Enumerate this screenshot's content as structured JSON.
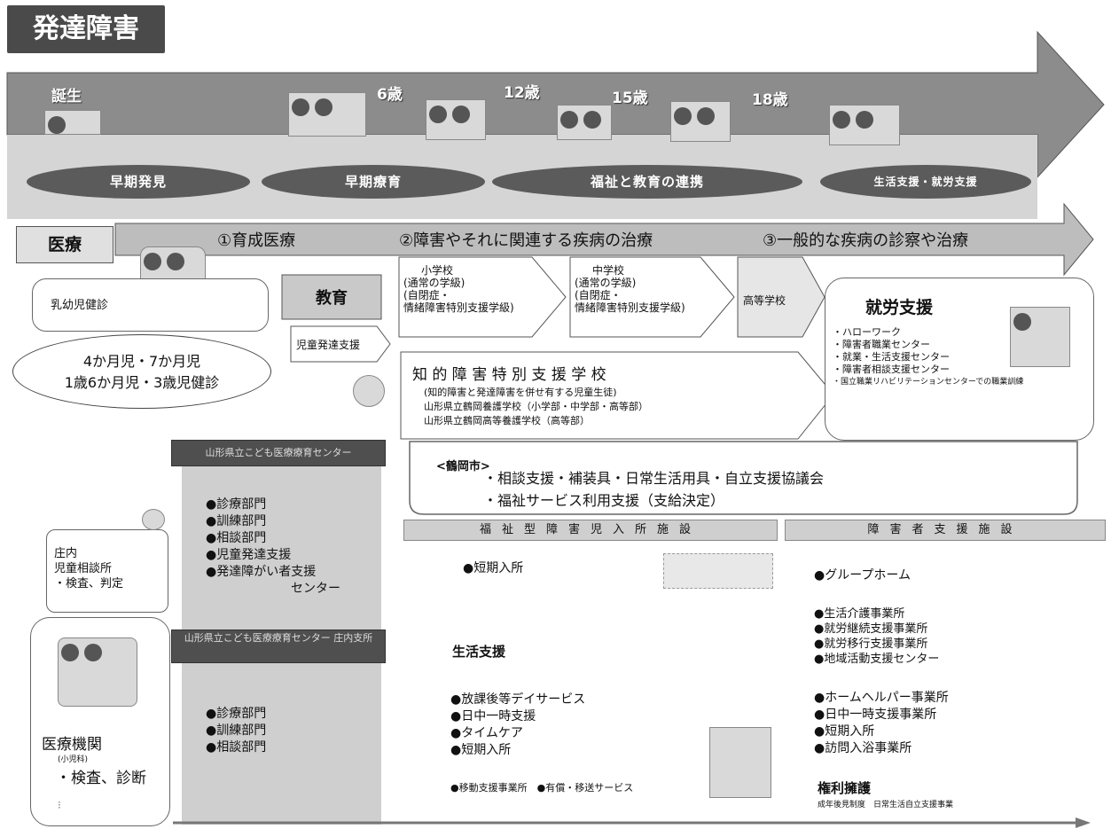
{
  "title": "発達障害",
  "ages": [
    "誕生",
    "6歳",
    "12歳",
    "15歳",
    "18歳"
  ],
  "phases": [
    "早期発見",
    "早期療育",
    "福祉と教育の連携",
    "生活支援・就労支援"
  ],
  "medical": {
    "label": "医療",
    "items": [
      "①育成医療",
      "②障害やそれに関連する疾病の治療",
      "③一般的な疾病の診察や治療"
    ]
  },
  "infant_checkup": "乳幼児健診",
  "checkup_oval": [
    "4か月児・7か月児",
    "1歳6か月児・3歳児健診"
  ],
  "education": "教育",
  "child_dev_support": "児童発達支援",
  "elementary": [
    "小学校",
    "(通常の学級)",
    "(自閉症・",
    "情緒障害特別支援学級)"
  ],
  "junior_high": [
    "中学校",
    "(通常の学級)",
    "(自閉症・",
    "情緒障害特別支援学級)"
  ],
  "high_school": "高等学校",
  "special_school": {
    "title": "知 的 障 害 特 別 支 援 学 校",
    "lines": [
      "(知的障害と発達障害を併せ有する児童生徒)",
      "山形県立鶴岡養護学校（小学部・中学部・高等部）",
      "山形県立鶴岡高等養護学校（高等部）"
    ]
  },
  "employment": {
    "title": "就労支援",
    "items": [
      "・ハローワーク",
      "・障害者職業センター",
      "・就業・生活支援センター",
      "・障害者相談支援センター",
      "・国立職業リハビリテーションセンターでの職業訓練"
    ]
  },
  "tsuruoka": {
    "label": "<鶴岡市>",
    "items": [
      "・相談支援・補装具・日常生活用具・自立支援協議会",
      "・福祉サービス利用支援（支給決定）"
    ]
  },
  "center1": {
    "header": "山形県立こども医療療育センター",
    "items": [
      "●診療部門",
      "●訓練部門",
      "●相談部門",
      "●児童発達支援",
      "●発達障がい者支援",
      "センター"
    ]
  },
  "center2": {
    "header": "山形県立こども医療療育センター 庄内支所",
    "items": [
      "●診療部門",
      "●訓練部門",
      "●相談部門"
    ]
  },
  "consult": [
    "庄内",
    "児童相談所",
    "・検査、判定"
  ],
  "clinic": [
    "医療機関",
    "(小児科)",
    "・検査、診断"
  ],
  "facility_left_header": "福祉型障害児入所施設",
  "facility_right_header": "障害者支援施設",
  "short_stay": "●短期入所",
  "life_support": {
    "title": "生活支援",
    "items": [
      "●放課後等デイサービス",
      "●日中一時支援",
      "●タイムケア",
      "●短期入所"
    ],
    "bottom": "●移動支援事業所　●有償・移送サービス"
  },
  "right_services": {
    "group1": [
      "●グループホーム"
    ],
    "group2": [
      "●生活介護事業所",
      "●就労継続支援事業所",
      "●就労移行支援事業所",
      "●地域活動支援センター"
    ],
    "group3": [
      "●ホームヘルパー事業所",
      "●日中一時支援事業所",
      "●短期入所",
      "●訪問入浴事業所"
    ]
  },
  "rights": {
    "title": "権利擁護",
    "sub": "成年後見制度　日常生活自立支援事業"
  }
}
